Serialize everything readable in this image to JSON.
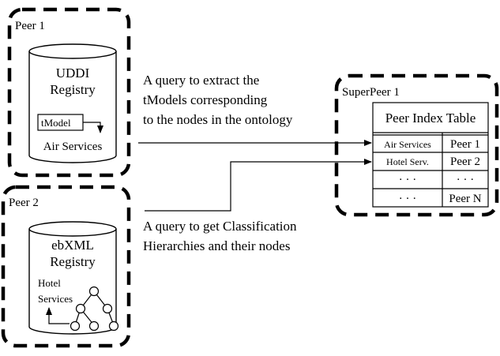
{
  "peer1": {
    "title": "Peer 1",
    "registry_line1": "UDDI",
    "registry_line2": "Registry",
    "tmodel_label": "tModel",
    "service_label": "Air Services"
  },
  "peer2": {
    "title": "Peer 2",
    "registry_line1": "ebXML",
    "registry_line2": "Registry",
    "service_line1": "Hotel",
    "service_line2": "Services"
  },
  "superpeer": {
    "title": "SuperPeer 1",
    "table_title": "Peer Index Table",
    "rows": [
      {
        "service": "Air Services",
        "peer": "Peer 1"
      },
      {
        "service": "Hotel Serv.",
        "peer": "Peer 2"
      },
      {
        "service": "· · ·",
        "peer": "· · ·"
      },
      {
        "service": "· · ·",
        "peer": "Peer N"
      }
    ]
  },
  "queries": {
    "query1": [
      "A query to extract the",
      "tModels corresponding",
      "to the nodes in the ontology"
    ],
    "query2": [
      "A query to get Classification",
      "Hierarchies and their nodes"
    ]
  }
}
